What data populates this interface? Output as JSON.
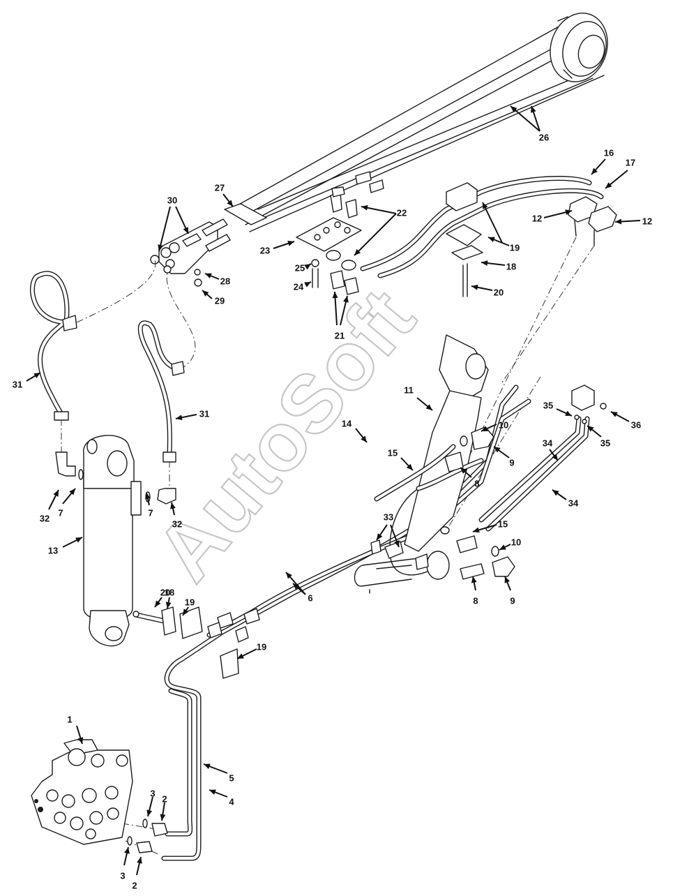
{
  "watermark": "AutoSoft",
  "callouts": [
    {
      "text": "1"
    },
    {
      "text": "2"
    },
    {
      "text": "2"
    },
    {
      "text": "3"
    },
    {
      "text": "3"
    },
    {
      "text": "4"
    },
    {
      "text": "5"
    },
    {
      "text": "6"
    },
    {
      "text": "7"
    },
    {
      "text": "7"
    },
    {
      "text": "8"
    },
    {
      "text": "8"
    },
    {
      "text": "9"
    },
    {
      "text": "9"
    },
    {
      "text": "10"
    },
    {
      "text": "10"
    },
    {
      "text": "11"
    },
    {
      "text": "12"
    },
    {
      "text": "12"
    },
    {
      "text": "13"
    },
    {
      "text": "14"
    },
    {
      "text": "15"
    },
    {
      "text": "15"
    },
    {
      "text": "16"
    },
    {
      "text": "17"
    },
    {
      "text": "18"
    },
    {
      "text": "18"
    },
    {
      "text": "19"
    },
    {
      "text": "19"
    },
    {
      "text": "19"
    },
    {
      "text": "20"
    },
    {
      "text": "20"
    },
    {
      "text": "21"
    },
    {
      "text": "22"
    },
    {
      "text": "23"
    },
    {
      "text": "24"
    },
    {
      "text": "25"
    },
    {
      "text": "26"
    },
    {
      "text": "27"
    },
    {
      "text": "28"
    },
    {
      "text": "29"
    },
    {
      "text": "30"
    },
    {
      "text": "31"
    },
    {
      "text": "31"
    },
    {
      "text": "32"
    },
    {
      "text": "32"
    },
    {
      "text": "33"
    },
    {
      "text": "34"
    },
    {
      "text": "34"
    },
    {
      "text": "35"
    },
    {
      "text": "35"
    },
    {
      "text": "36"
    }
  ]
}
